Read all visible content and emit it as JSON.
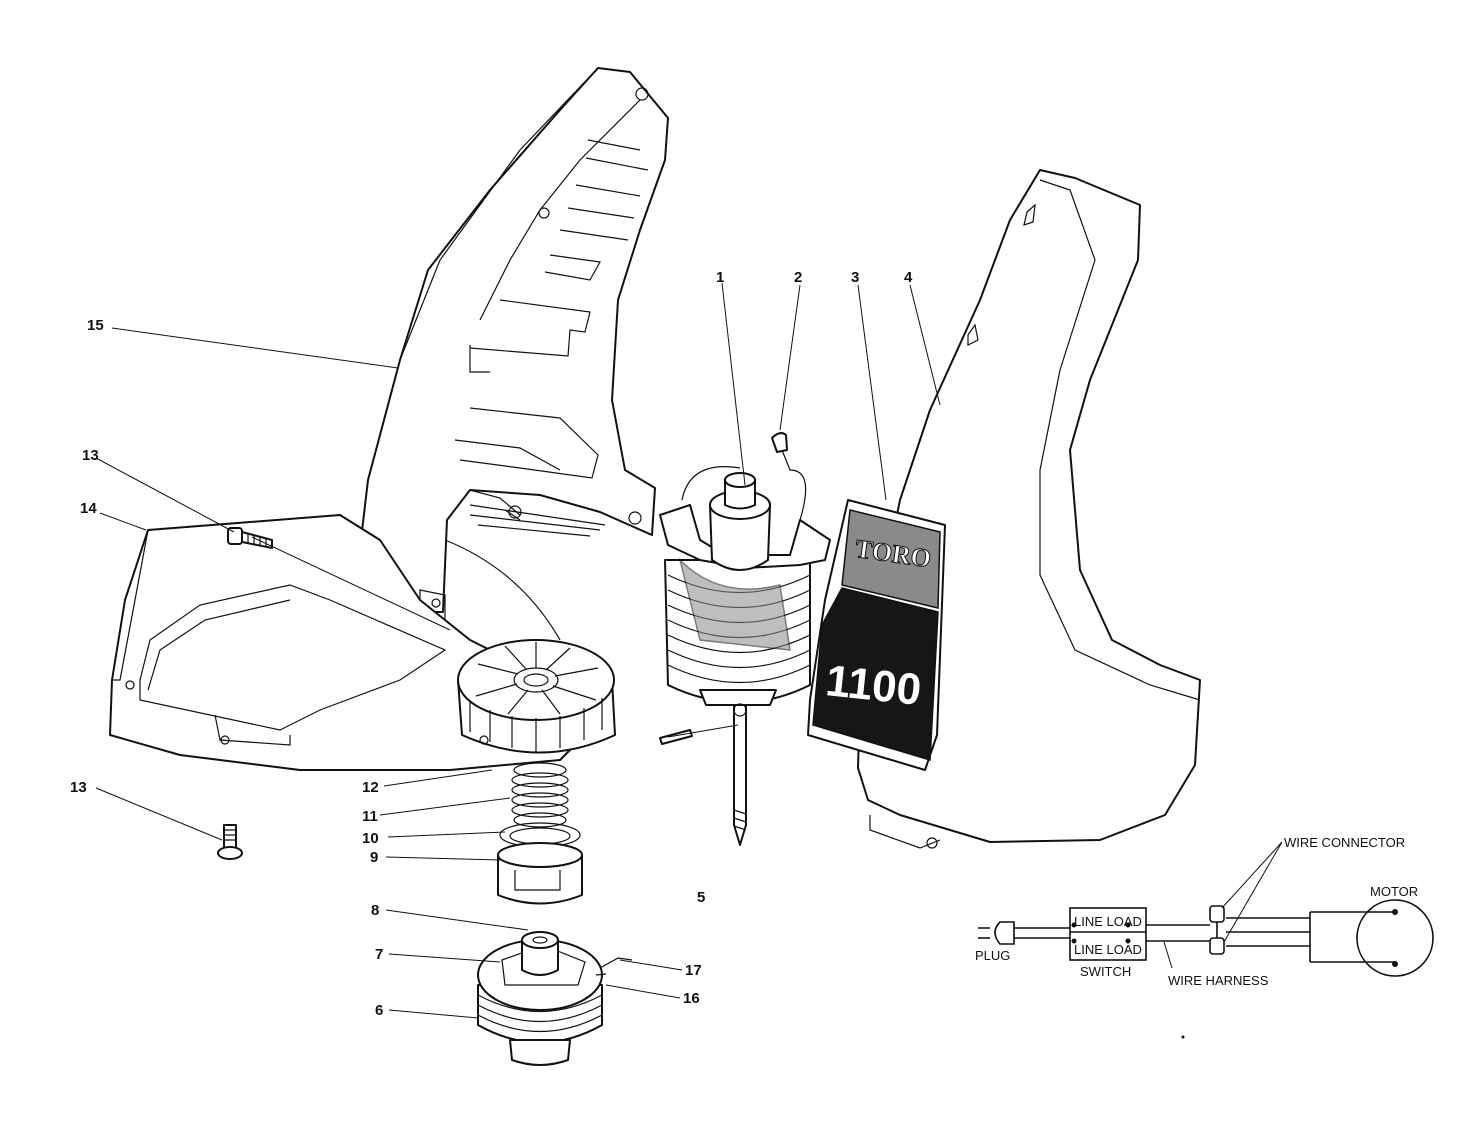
{
  "callouts": {
    "c1": "1",
    "c2": "2",
    "c3": "3",
    "c4": "4",
    "c5": "5",
    "c6": "6",
    "c7": "7",
    "c8": "8",
    "c9": "9",
    "c10": "10",
    "c11": "11",
    "c12": "12",
    "c13a": "13",
    "c13b": "13",
    "c14": "14",
    "c15": "15",
    "c16": "16",
    "c17": "17"
  },
  "decal": {
    "brand": "TORO",
    "model": "1100"
  },
  "wiring": {
    "wire_connector": "WIRE CONNECTOR",
    "motor": "MOTOR",
    "plug": "PLUG",
    "switch_row1": "LINE LOAD",
    "switch_row2": "LINE LOAD",
    "switch": "SWITCH",
    "wire_harness": "WIRE HARNESS"
  },
  "icons": [
    "plug-icon",
    "switch-icon",
    "connector-icon",
    "motor-icon"
  ]
}
